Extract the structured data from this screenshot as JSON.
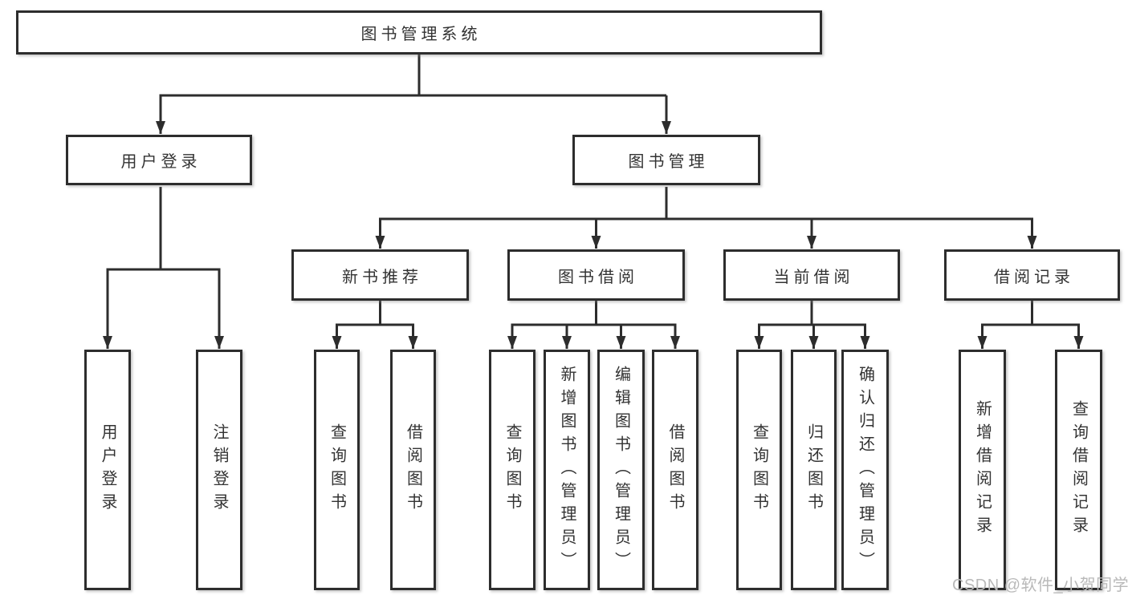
{
  "diagram": {
    "title": "图书管理系统",
    "type": "hierarchy-tree",
    "colors": {
      "line": "#2d2d2d",
      "text": "#333333",
      "box_background": "#ffffff",
      "watermark": "#b9b9b9"
    },
    "nodes": {
      "root": {
        "label": "图书管理系统"
      },
      "level2": [
        {
          "label": "用户登录",
          "parent": "图书管理系统"
        },
        {
          "label": "图书管理",
          "parent": "图书管理系统"
        }
      ],
      "level3": [
        {
          "label": "新书推荐",
          "parent": "图书管理"
        },
        {
          "label": "图书借阅",
          "parent": "图书管理"
        },
        {
          "label": "当前借阅",
          "parent": "图书管理"
        },
        {
          "label": "借阅记录",
          "parent": "图书管理"
        }
      ],
      "leaves": [
        {
          "label": "用户登录",
          "parent": "用户登录"
        },
        {
          "label": "注销登录",
          "parent": "用户登录"
        },
        {
          "label": "查询图书",
          "parent": "新书推荐"
        },
        {
          "label": "借阅图书",
          "parent": "新书推荐"
        },
        {
          "label": "查询图书",
          "parent": "图书借阅"
        },
        {
          "label": "新增图书（管理员）",
          "parent": "图书借阅"
        },
        {
          "label": "编辑图书（管理员）",
          "parent": "图书借阅"
        },
        {
          "label": "借阅图书",
          "parent": "图书借阅"
        },
        {
          "label": "查询图书",
          "parent": "当前借阅"
        },
        {
          "label": "归还图书",
          "parent": "当前借阅"
        },
        {
          "label": "确认归还（管理员）",
          "parent": "当前借阅"
        },
        {
          "label": "新增借阅记录",
          "parent": "借阅记录"
        },
        {
          "label": "查询借阅记录",
          "parent": "借阅记录"
        }
      ]
    },
    "watermark": "CSDN @软件_小贺同学"
  }
}
